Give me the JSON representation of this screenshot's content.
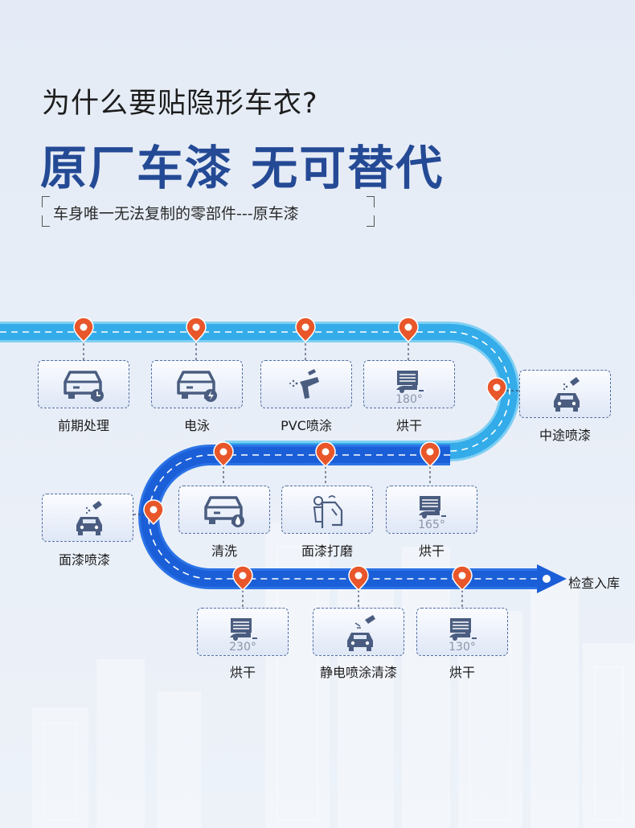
{
  "header": {
    "question": "为什么要贴隐形车衣?",
    "headline": "原厂车漆  无可替代",
    "subtitle": "车身唯一无法复制的零部件---原车漆"
  },
  "colors": {
    "road_light": "#39b0ea",
    "road_dark": "#1f63dc",
    "pin": "#e8562a",
    "headline": "#244a95"
  },
  "steps": [
    {
      "label": "前期处理",
      "icon": "car-clock-icon"
    },
    {
      "label": "电泳",
      "icon": "car-bolt-icon"
    },
    {
      "label": "PVC喷涂",
      "icon": "spray-gun-icon"
    },
    {
      "label": "烘干",
      "icon": "oven-icon",
      "temp": "180°"
    },
    {
      "label": "中途喷漆",
      "icon": "car-spray-icon"
    },
    {
      "label": "清洗",
      "icon": "car-water-drop-icon"
    },
    {
      "label": "面漆打磨",
      "icon": "polishing-worker-icon"
    },
    {
      "label": "烘干",
      "icon": "oven-icon",
      "temp": "165°"
    },
    {
      "label": "面漆喷漆",
      "icon": "car-spray-icon"
    },
    {
      "label": "烘干",
      "icon": "oven-icon",
      "temp": "230°"
    },
    {
      "label": "静电喷涂清漆",
      "icon": "car-electrostatic-spray-icon"
    },
    {
      "label": "烘干",
      "icon": "oven-icon",
      "temp": "130°"
    }
  ],
  "end_label": "检查入库"
}
